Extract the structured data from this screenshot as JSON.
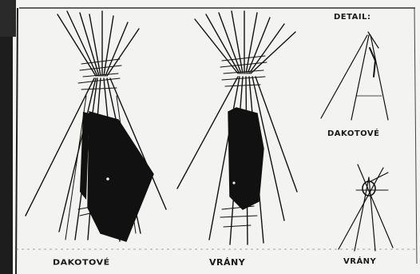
{
  "labels": {
    "detail": "DETAIL:",
    "main_left": "DAKOTOVÉ",
    "main_middle": "VRÁNY",
    "detail_top": "DAKOTOVÉ",
    "detail_bottom": "VRÁNY"
  },
  "colors": {
    "paper": "#f3f3f1",
    "ink": "#111111",
    "frame": "#1d1d1d"
  }
}
